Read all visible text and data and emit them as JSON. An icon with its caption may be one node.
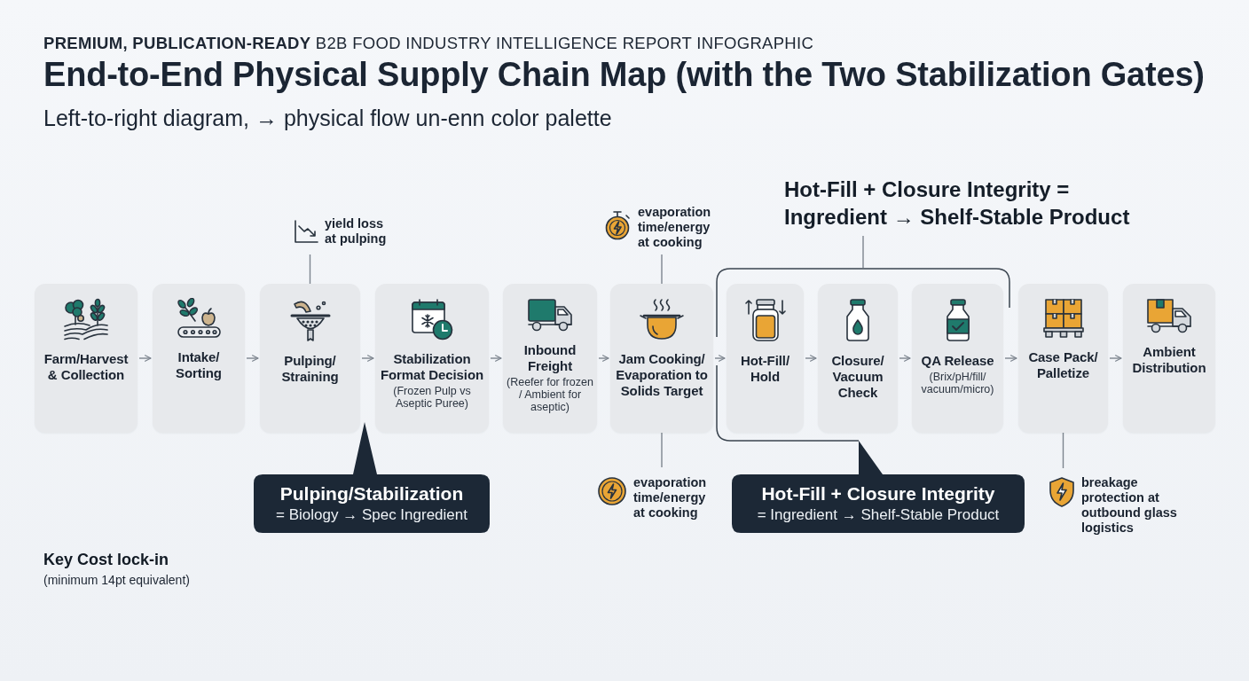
{
  "diagram": {
    "title": "End-to-End Physical Supply Chain Map (with the Two Stabilization Gates)",
    "nodes": [
      {
        "text": [
          "Farm/Harvest & Collection"
        ]
      },
      {
        "text": [
          "Intake/ Sorting"
        ]
      },
      {
        "text": [
          "Pulping/ Straining"
        ]
      },
      {
        "text": [
          "Stabilization Format Decision",
          "(Frozen Pulp vs Aseptic Puree)"
        ]
      },
      {
        "text": [
          "Inbound Freight",
          "(Reefer for frozen / Ambient for aseptic)"
        ]
      },
      {
        "text": [
          "Jam Cooking/ Evaporation to Solids Target"
        ]
      },
      {
        "text": [],
        "shape": "bracket"
      },
      {
        "text": [
          "Hot-Fill/ Hold"
        ],
        "in": 6
      },
      {
        "text": [
          "Closure/ Vacuum Check"
        ],
        "in": 6
      },
      {
        "text": [
          "QA Release",
          "(Brix/pH/fill/ vacuum/micro)"
        ],
        "in": 6
      },
      {
        "text": [
          "Case Pack/ Palletize"
        ]
      },
      {
        "text": [
          "Ambient Distribution"
        ]
      },
      {
        "text": [
          "yield loss at pulping"
        ]
      },
      {
        "text": [
          "evaporation time/energy at cooking"
        ]
      },
      {
        "text": [
          "Hot-Fill + Closure Integrity = Ingredient → Shelf-Stable Product"
        ]
      },
      {
        "text": [
          "Pulping/Stabilization",
          "= Biology → Spec Ingredient"
        ]
      },
      {
        "text": [
          "evaporation time/energy at cooking"
        ]
      },
      {
        "text": [
          "Hot-Fill + Closure Integrity",
          "= Ingredient → Shelf-Stable Product"
        ]
      },
      {
        "text": [
          "breakage protection at outbound glass logistics"
        ]
      }
    ],
    "edges": [
      {
        "from": 0,
        "to": 1,
        "arrow": "to"
      },
      {
        "from": 1,
        "to": 2,
        "arrow": "to"
      },
      {
        "from": 2,
        "to": 3,
        "arrow": "to"
      },
      {
        "from": 3,
        "to": 4,
        "arrow": "to"
      },
      {
        "from": 4,
        "to": 5,
        "arrow": "to"
      },
      {
        "from": 5,
        "to": 7,
        "arrow": "to"
      },
      {
        "from": 7,
        "to": 8,
        "arrow": "to"
      },
      {
        "from": 8,
        "to": 9,
        "arrow": "to"
      },
      {
        "from": 9,
        "to": 10,
        "arrow": "to"
      },
      {
        "from": 10,
        "to": 11,
        "arrow": "to"
      },
      {
        "from": 12,
        "to": 2,
        "arrow": "none"
      },
      {
        "from": 13,
        "to": 5,
        "arrow": "none"
      },
      {
        "from": 14,
        "to": 6,
        "arrow": "none"
      },
      {
        "from": 16,
        "to": 5,
        "arrow": "none"
      },
      {
        "from": 18,
        "to": 10,
        "arrow": "none"
      }
    ],
    "labels": [
      "**PREMIUM, PUBLICATION-READY** B2B FOOD INDUSTRY INTELLIGENCE REPORT INFOGRAPHIC",
      "Left-to-right diagram, → physical flow un-enn color palette",
      "Key Cost lock-in",
      "(minimum 14pt equivalent)"
    ]
  }
}
